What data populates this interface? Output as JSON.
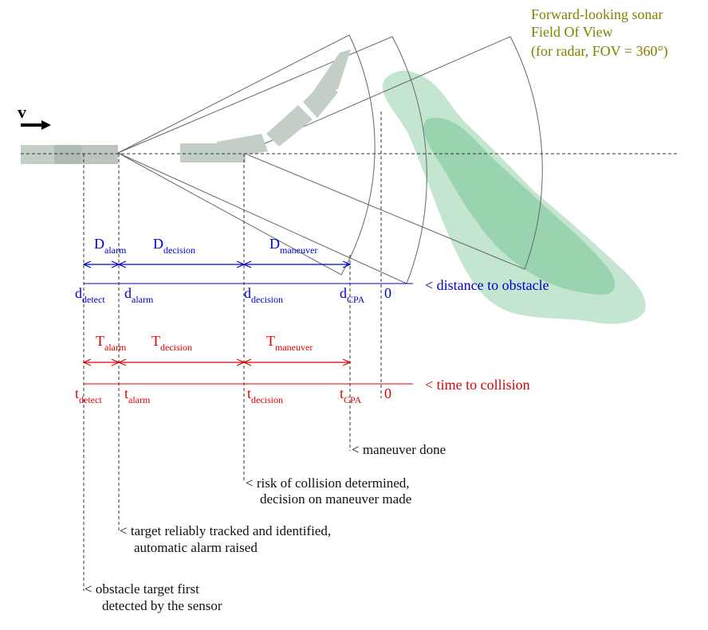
{
  "colors": {
    "distance": "#0000cc",
    "time": "#dd0000",
    "fov_label": "#808000",
    "obstacle_light": "#c4e6d0",
    "obstacle_dark": "#9ad3b0",
    "vessel": "#c3cfc6",
    "vessel_dark": "#aab7ae",
    "line": "#333333"
  },
  "velocity": {
    "label": "v"
  },
  "fov": {
    "line1": "Forward-looking sonar",
    "line2": "Field Of View",
    "line3": "(for radar, FOV = 360°)"
  },
  "distance_axis": {
    "caption": "< distance to obstacle",
    "zero": "0",
    "intervals": [
      {
        "base": "D",
        "sub": "alarm"
      },
      {
        "base": "D",
        "sub": "decision"
      },
      {
        "base": "D",
        "sub": "maneuver"
      }
    ],
    "ticks": [
      {
        "base": "d",
        "sub": "detect"
      },
      {
        "base": "d",
        "sub": "alarm"
      },
      {
        "base": "d",
        "sub": "decision"
      },
      {
        "base": "d",
        "sub": "CPA"
      }
    ]
  },
  "time_axis": {
    "caption": "< time to collision",
    "zero": "0",
    "intervals": [
      {
        "base": "T",
        "sub": "alarm"
      },
      {
        "base": "T",
        "sub": "decision"
      },
      {
        "base": "T",
        "sub": "maneuver"
      }
    ],
    "ticks": [
      {
        "base": "t",
        "sub": "detect"
      },
      {
        "base": "t",
        "sub": "alarm"
      },
      {
        "base": "t",
        "sub": "decision"
      },
      {
        "base": "t",
        "sub": "CPA"
      }
    ]
  },
  "events": [
    {
      "line1": "< maneuver done",
      "line2": ""
    },
    {
      "line1": "< risk of collision determined,",
      "line2": "decision on maneuver made"
    },
    {
      "line1": "< target reliably tracked and identified,",
      "line2": "automatic alarm raised"
    },
    {
      "line1": "< obstacle target first",
      "line2": "detected by the sensor"
    }
  ]
}
